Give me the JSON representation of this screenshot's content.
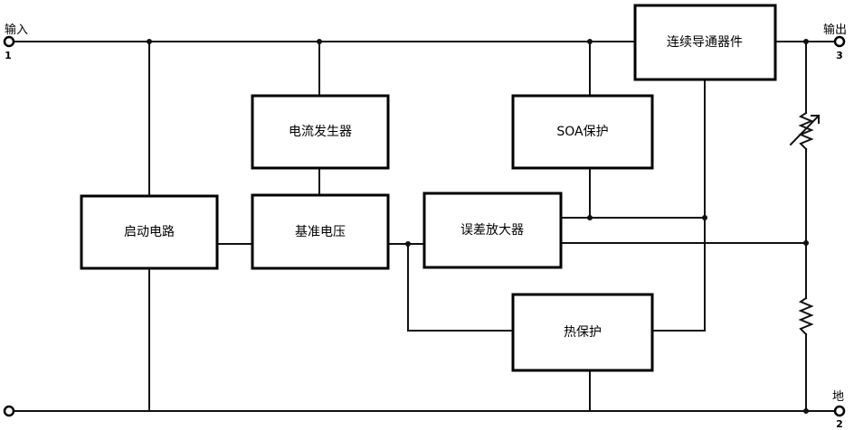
{
  "terminals": {
    "input": {
      "label": "输入",
      "number": "1"
    },
    "output": {
      "label": "输出",
      "number": "3"
    },
    "ground": {
      "label": "地",
      "number": "2"
    }
  },
  "blocks": {
    "startup": "启动电路",
    "current_gen": "电流发生器",
    "reference": "基准电压",
    "error_amp": "误差放大器",
    "soa": "SOA保护",
    "thermal": "热保护",
    "pass_element": "连续导通器件"
  }
}
